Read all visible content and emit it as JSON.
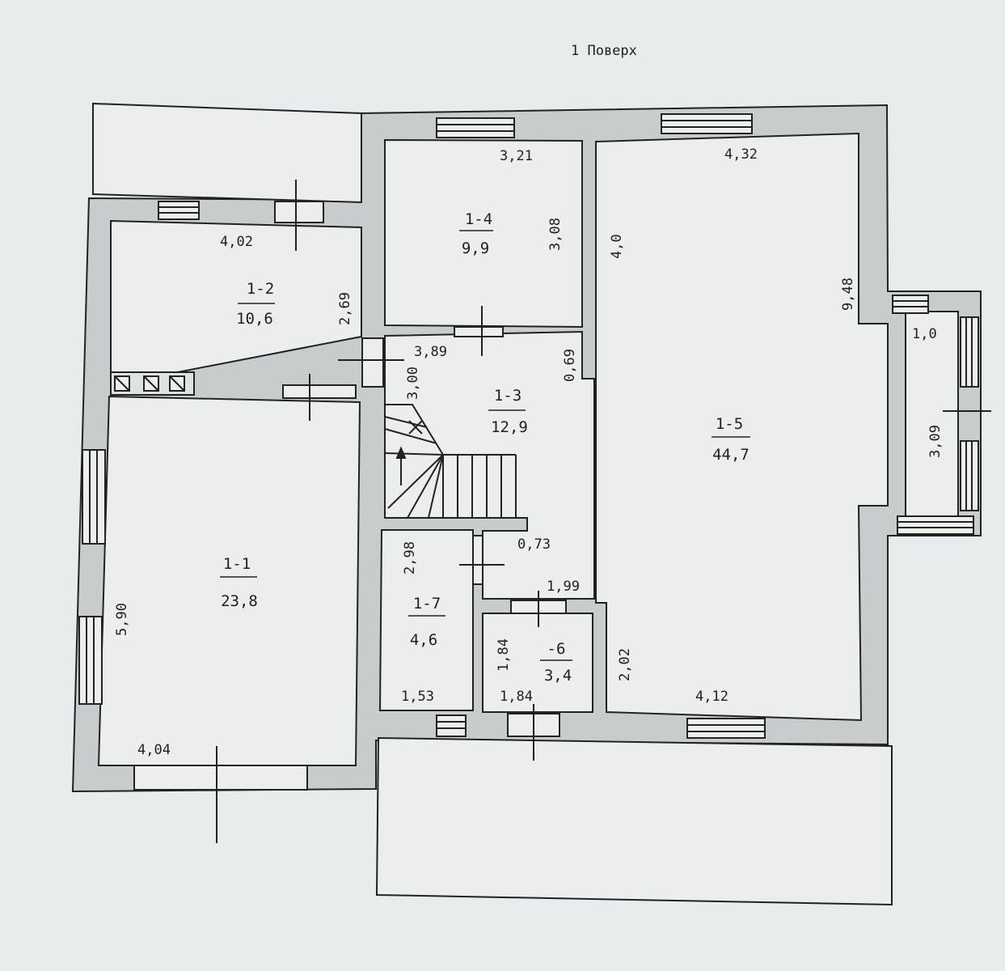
{
  "title": "1 Поверх",
  "rooms": {
    "r1": {
      "id": "1-1",
      "area": "23,8"
    },
    "r2": {
      "id": "1-2",
      "area": "10,6"
    },
    "r3": {
      "id": "1-3",
      "area": "12,9"
    },
    "r4": {
      "id": "1-4",
      "area": "9,9"
    },
    "r5": {
      "id": "1-5",
      "area": "44,7"
    },
    "r6": {
      "id": "-6",
      "area": "3,4"
    },
    "r7": {
      "id": "1-7",
      "area": "4,6"
    }
  },
  "dims": {
    "d402": "4,02",
    "d269": "2,69",
    "d321": "3,21",
    "d308": "3,08",
    "d432": "4,32",
    "d40": "4,0",
    "d948": "9,48",
    "d10": "1,0",
    "d309": "3,09",
    "d389": "3,89",
    "d300": "3,00",
    "d069": "0,69",
    "d073": "0,73",
    "d590": "5,90",
    "d404": "4,04",
    "d298": "2,98",
    "d153": "1,53",
    "d199": "1,99",
    "d184a": "1,84",
    "d184b": "1,84",
    "d202": "2,02",
    "d412": "4,12"
  },
  "colors": {
    "wall": "#c9cccc",
    "line": "#222222",
    "paper": "#e9ecec",
    "room": "#eceeee"
  }
}
